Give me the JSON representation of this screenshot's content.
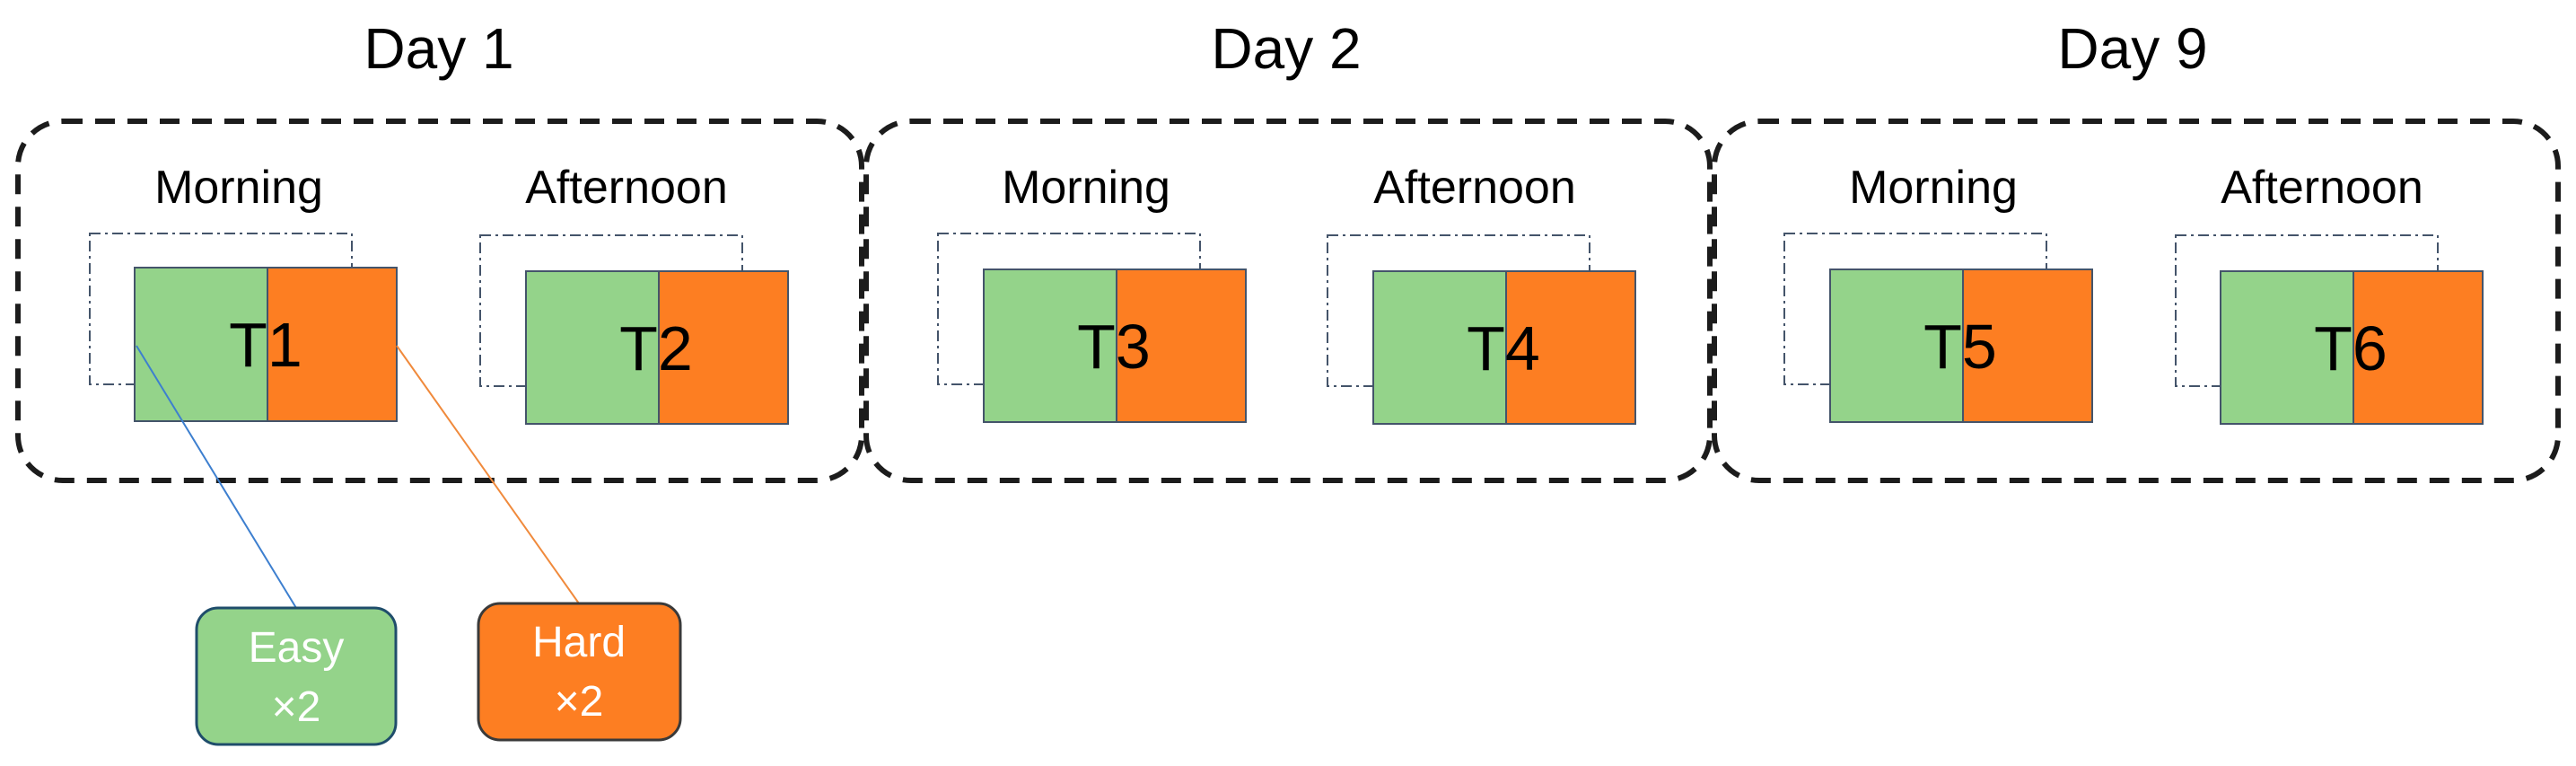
{
  "days": [
    {
      "title": "Day 1",
      "sessions": [
        {
          "label": "Morning",
          "task": "T1"
        },
        {
          "label": "Afternoon",
          "task": "T2"
        }
      ]
    },
    {
      "title": "Day 2",
      "sessions": [
        {
          "label": "Morning",
          "task": "T3"
        },
        {
          "label": "Afternoon",
          "task": "T4"
        }
      ]
    },
    {
      "title": "Day 9",
      "sessions": [
        {
          "label": "Morning",
          "task": "T5"
        },
        {
          "label": "Afternoon",
          "task": "T6"
        }
      ]
    }
  ],
  "legend": {
    "easy": {
      "line1": "Easy",
      "line2": "×2"
    },
    "hard": {
      "line1": "Hard",
      "line2": "×2"
    }
  },
  "colors": {
    "easy": "#94d38a",
    "hard": "#fd7e22",
    "frame": "#1c1c1c",
    "ghost": "#44546a",
    "easy_connector": "#3d7fcf",
    "hard_connector": "#f08a3c",
    "legend_border": "#1f4d6b",
    "legend_text": "#ffffff",
    "text": "#000000"
  }
}
